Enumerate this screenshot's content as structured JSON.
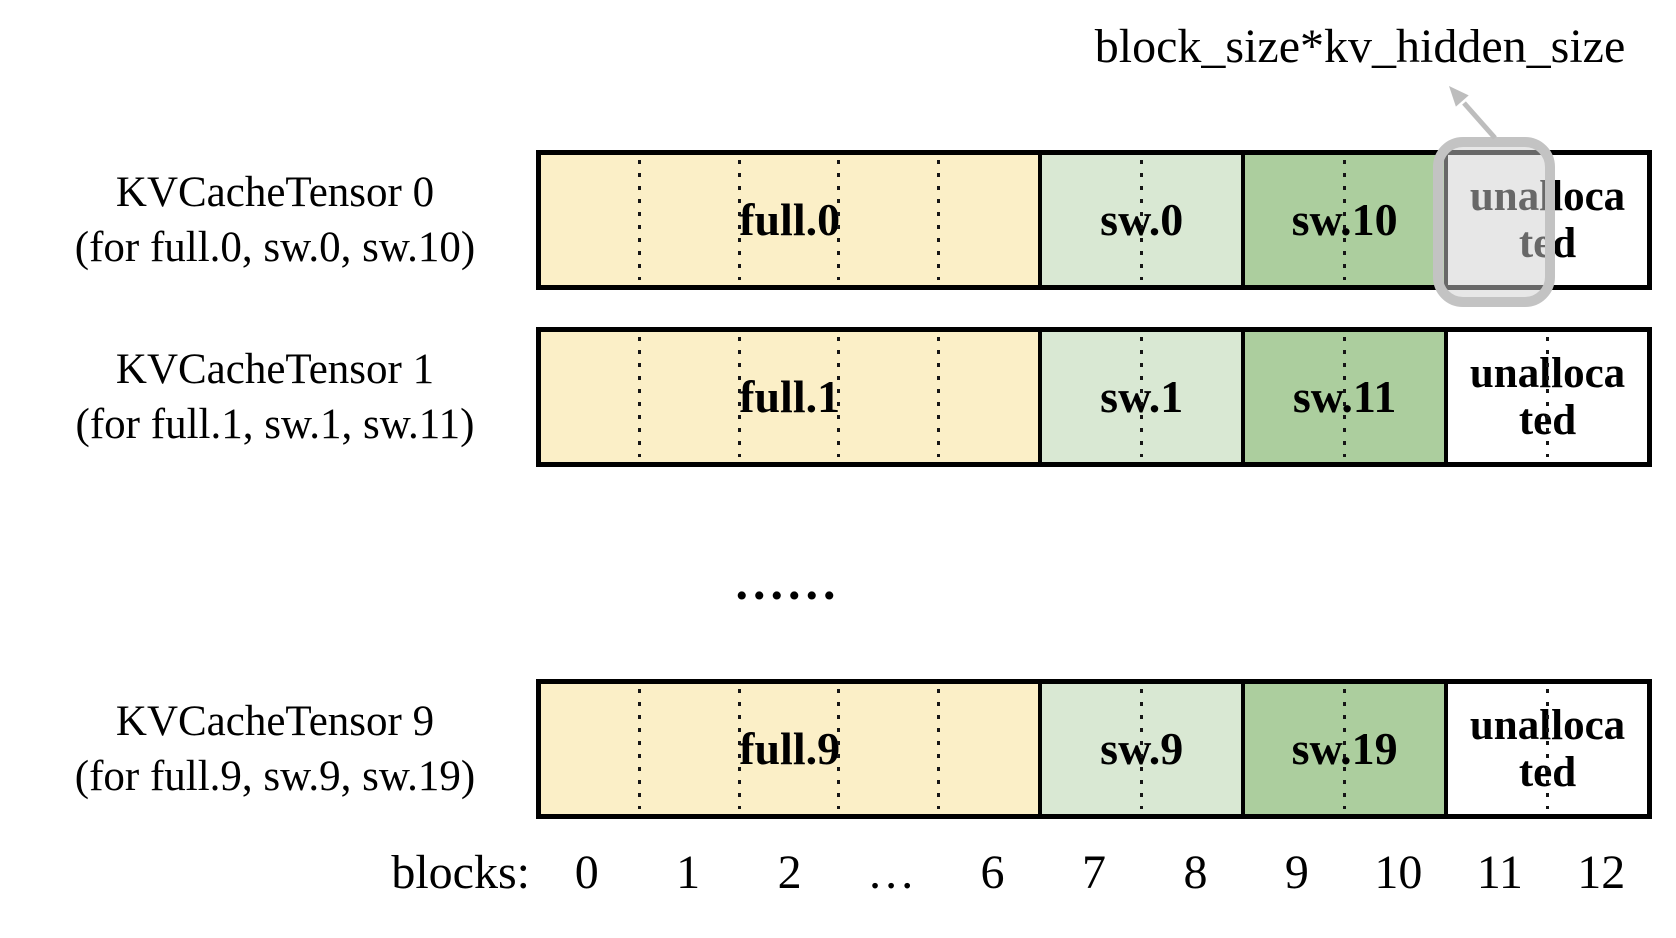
{
  "annotation": {
    "label": "block_size*kv_hidden_size"
  },
  "rows": [
    {
      "title": "KVCacheTensor 0",
      "subtitle": "(for full.0, sw.0, sw.10)",
      "full": "full.0",
      "sw": "sw.0",
      "sw2": "sw.10",
      "unallocated": "unalloca ted"
    },
    {
      "title": "KVCacheTensor 1",
      "subtitle": "(for full.1, sw.1, sw.11)",
      "full": "full.1",
      "sw": "sw.1",
      "sw2": "sw.11",
      "unallocated": "unalloca ted"
    },
    {
      "title": "KVCacheTensor 9",
      "subtitle": "(for full.9, sw.9, sw.19)",
      "full": "full.9",
      "sw": "sw.9",
      "sw2": "sw.19",
      "unallocated": "unalloca ted"
    }
  ],
  "ellipsis": "......",
  "axis": {
    "label": "blocks:",
    "ticks": [
      "0",
      "1",
      "2",
      "…",
      "6",
      "7",
      "8",
      "9",
      "10",
      "11",
      "12"
    ]
  },
  "colors": {
    "full_fill": "#FBEFC7",
    "sw_fill": "#D9E8D3",
    "sw2_fill": "#ACCE9E",
    "unallocated_fill": "#FFFFFF",
    "border": "#000000",
    "highlight_border": "#C3C3C3",
    "highlight_fill": "rgba(208,208,208,0.5)",
    "arrow": "#BDBDBD"
  }
}
